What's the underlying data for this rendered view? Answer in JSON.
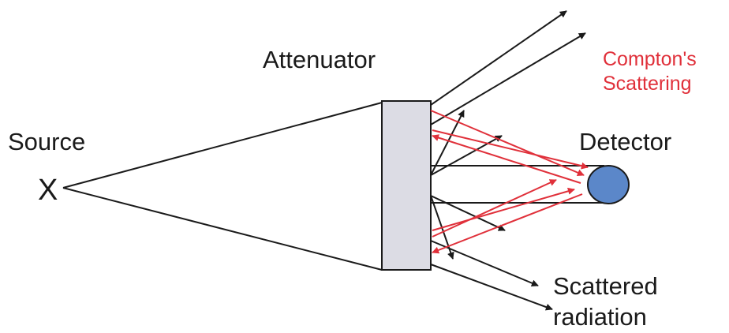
{
  "labels": {
    "source": "Source",
    "source_marker": "X",
    "attenuator": "Attenuator",
    "compton_line1": "Compton's",
    "compton_line2": "Scattering",
    "detector": "Detector",
    "scattered_line1": "Scattered",
    "scattered_line2": "radiation"
  },
  "colors": {
    "primary_ray": "#1a1a1a",
    "compton_ray": "#e0303a",
    "attenuator_fill": "#dcdce4",
    "detector_fill": "#5b87c9"
  }
}
